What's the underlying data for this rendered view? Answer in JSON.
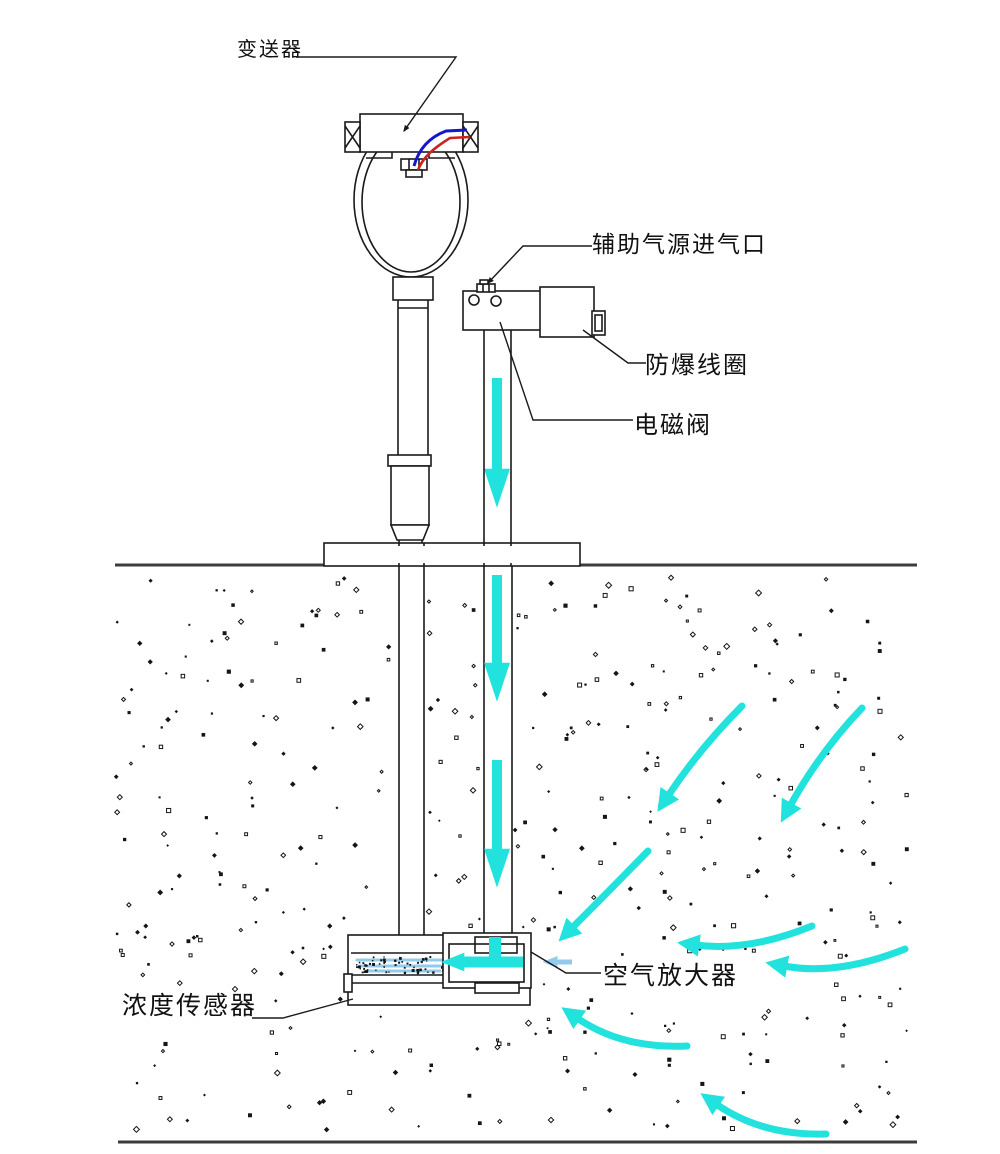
{
  "diagram": {
    "labels": {
      "transmitter": "变送器",
      "aux_air_inlet": "辅助气源进气口",
      "explosion_proof_coil": "防爆线圈",
      "solenoid_valve": "电磁阀",
      "air_amplifier": "空气放大器",
      "concentration_sensor": "浓度传感器"
    },
    "colors": {
      "background": "#ffffff",
      "line": "#1a1a1a",
      "ground_line": "#3c3c3c",
      "airflow_cyan": "#22e2de",
      "airflow_light_blue": "#93cbee",
      "wire_blue": "#1515cc",
      "wire_red": "#cc2222",
      "dust": "#151515"
    }
  }
}
